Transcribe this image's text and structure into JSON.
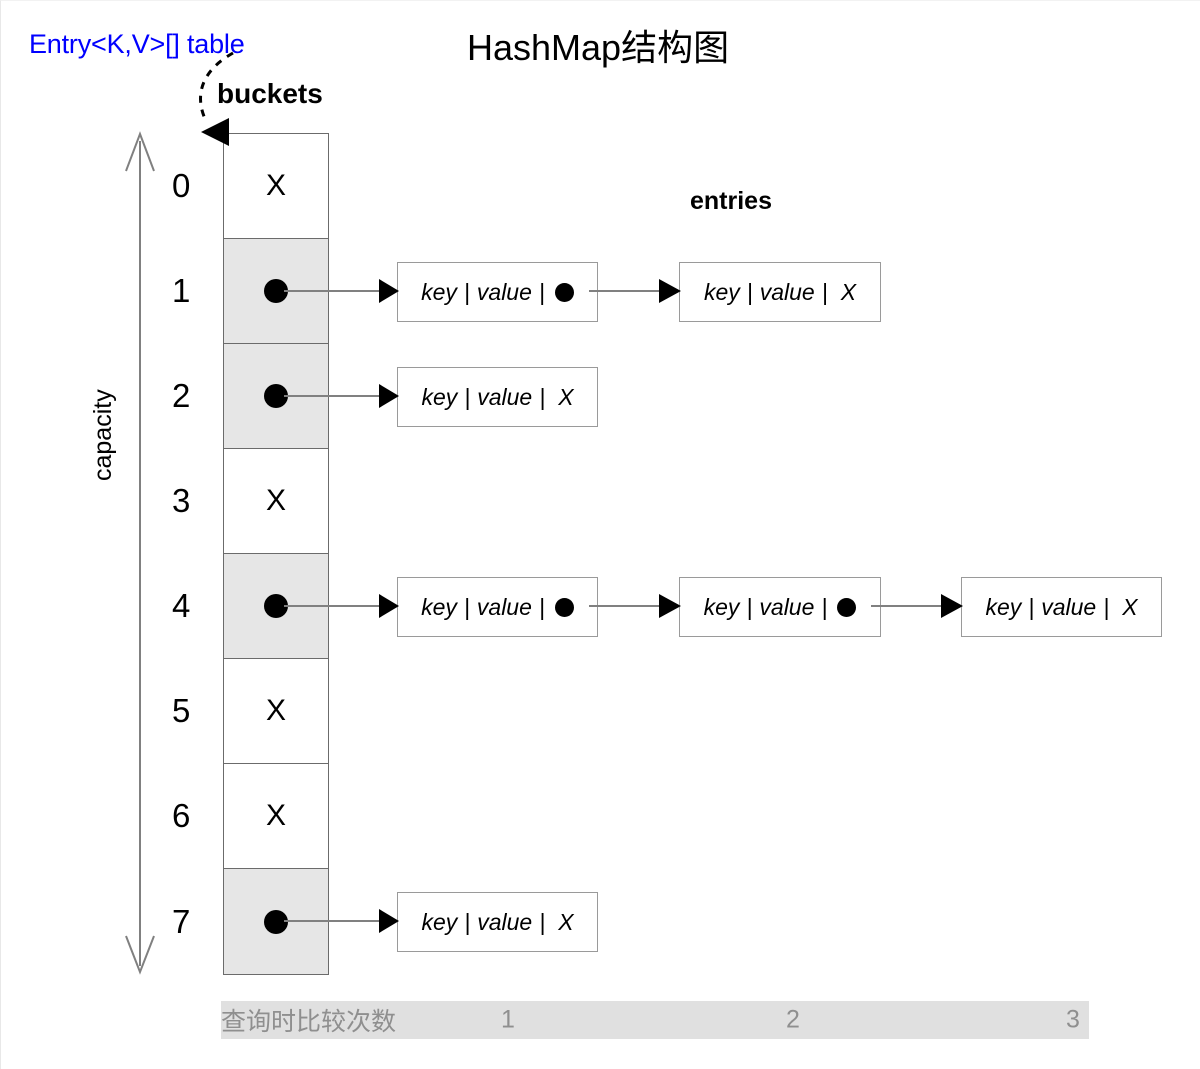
{
  "diagram": {
    "title": "HashMap结构图",
    "table_label": "Entry<K,V>[] table",
    "buckets_label": "buckets",
    "entries_label": "entries",
    "capacity_label": "capacity",
    "colors": {
      "table_label_color": "#0000ff",
      "filled_cell": "#e6e6e6",
      "empty_cell": "#ffffff",
      "cell_border": "#6b6b6b",
      "entry_border": "#9a9a9a",
      "bar_background": "#e0e0e0",
      "bar_text": "#8f8f8f"
    }
  },
  "buckets": [
    {
      "index": "0",
      "state": "empty",
      "marker": "X"
    },
    {
      "index": "1",
      "state": "filled",
      "marker": "dot"
    },
    {
      "index": "2",
      "state": "filled",
      "marker": "dot"
    },
    {
      "index": "3",
      "state": "empty",
      "marker": "X"
    },
    {
      "index": "4",
      "state": "filled",
      "marker": "dot"
    },
    {
      "index": "5",
      "state": "empty",
      "marker": "X"
    },
    {
      "index": "6",
      "state": "empty",
      "marker": "X"
    },
    {
      "index": "7",
      "state": "filled",
      "marker": "dot"
    }
  ],
  "entry_labels": {
    "key": "key",
    "separator": "|",
    "value": "value",
    "null_marker": "X",
    "next_marker": "dot"
  },
  "chains": [
    {
      "bucket": "1",
      "entries": [
        {
          "key": "key",
          "value": "value",
          "next": "dot"
        },
        {
          "key": "key",
          "value": "value",
          "next": "X"
        }
      ]
    },
    {
      "bucket": "2",
      "entries": [
        {
          "key": "key",
          "value": "value",
          "next": "X"
        }
      ]
    },
    {
      "bucket": "4",
      "entries": [
        {
          "key": "key",
          "value": "value",
          "next": "dot"
        },
        {
          "key": "key",
          "value": "value",
          "next": "dot"
        },
        {
          "key": "key",
          "value": "value",
          "next": "X"
        }
      ]
    },
    {
      "bucket": "7",
      "entries": [
        {
          "key": "key",
          "value": "value",
          "next": "X"
        }
      ]
    }
  ],
  "compare_bar": {
    "caption": "查询时比较次数",
    "counts": [
      "1",
      "2",
      "3"
    ]
  }
}
